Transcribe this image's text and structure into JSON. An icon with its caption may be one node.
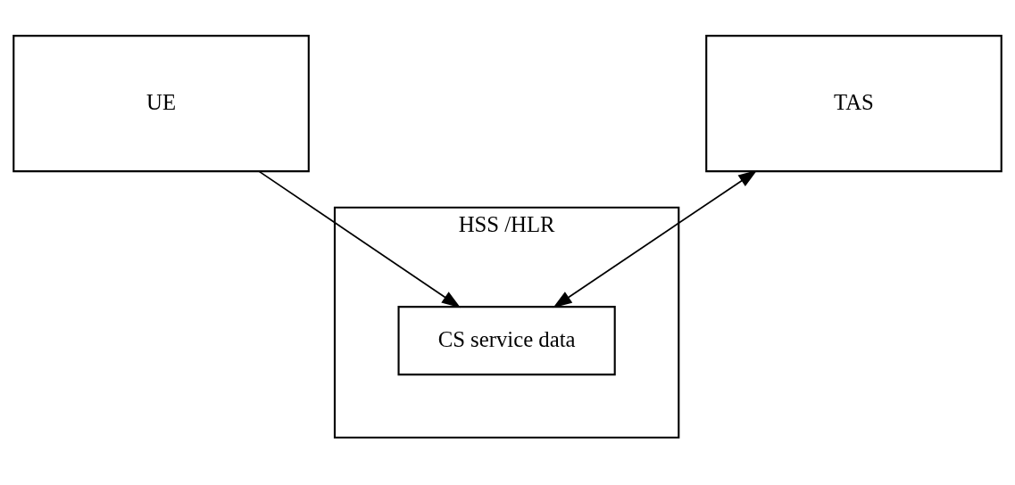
{
  "diagram": {
    "nodes": [
      {
        "text": [
          "UE"
        ]
      },
      {
        "text": [
          "TAS"
        ]
      },
      {
        "text": [
          "HSS /HLR"
        ]
      },
      {
        "text": [
          "CS service data"
        ],
        "in": 2
      }
    ],
    "edges": [
      {
        "from": 0,
        "to": 3,
        "arrow": "to"
      },
      {
        "from": 3,
        "to": 1,
        "arrow": "both"
      }
    ]
  }
}
